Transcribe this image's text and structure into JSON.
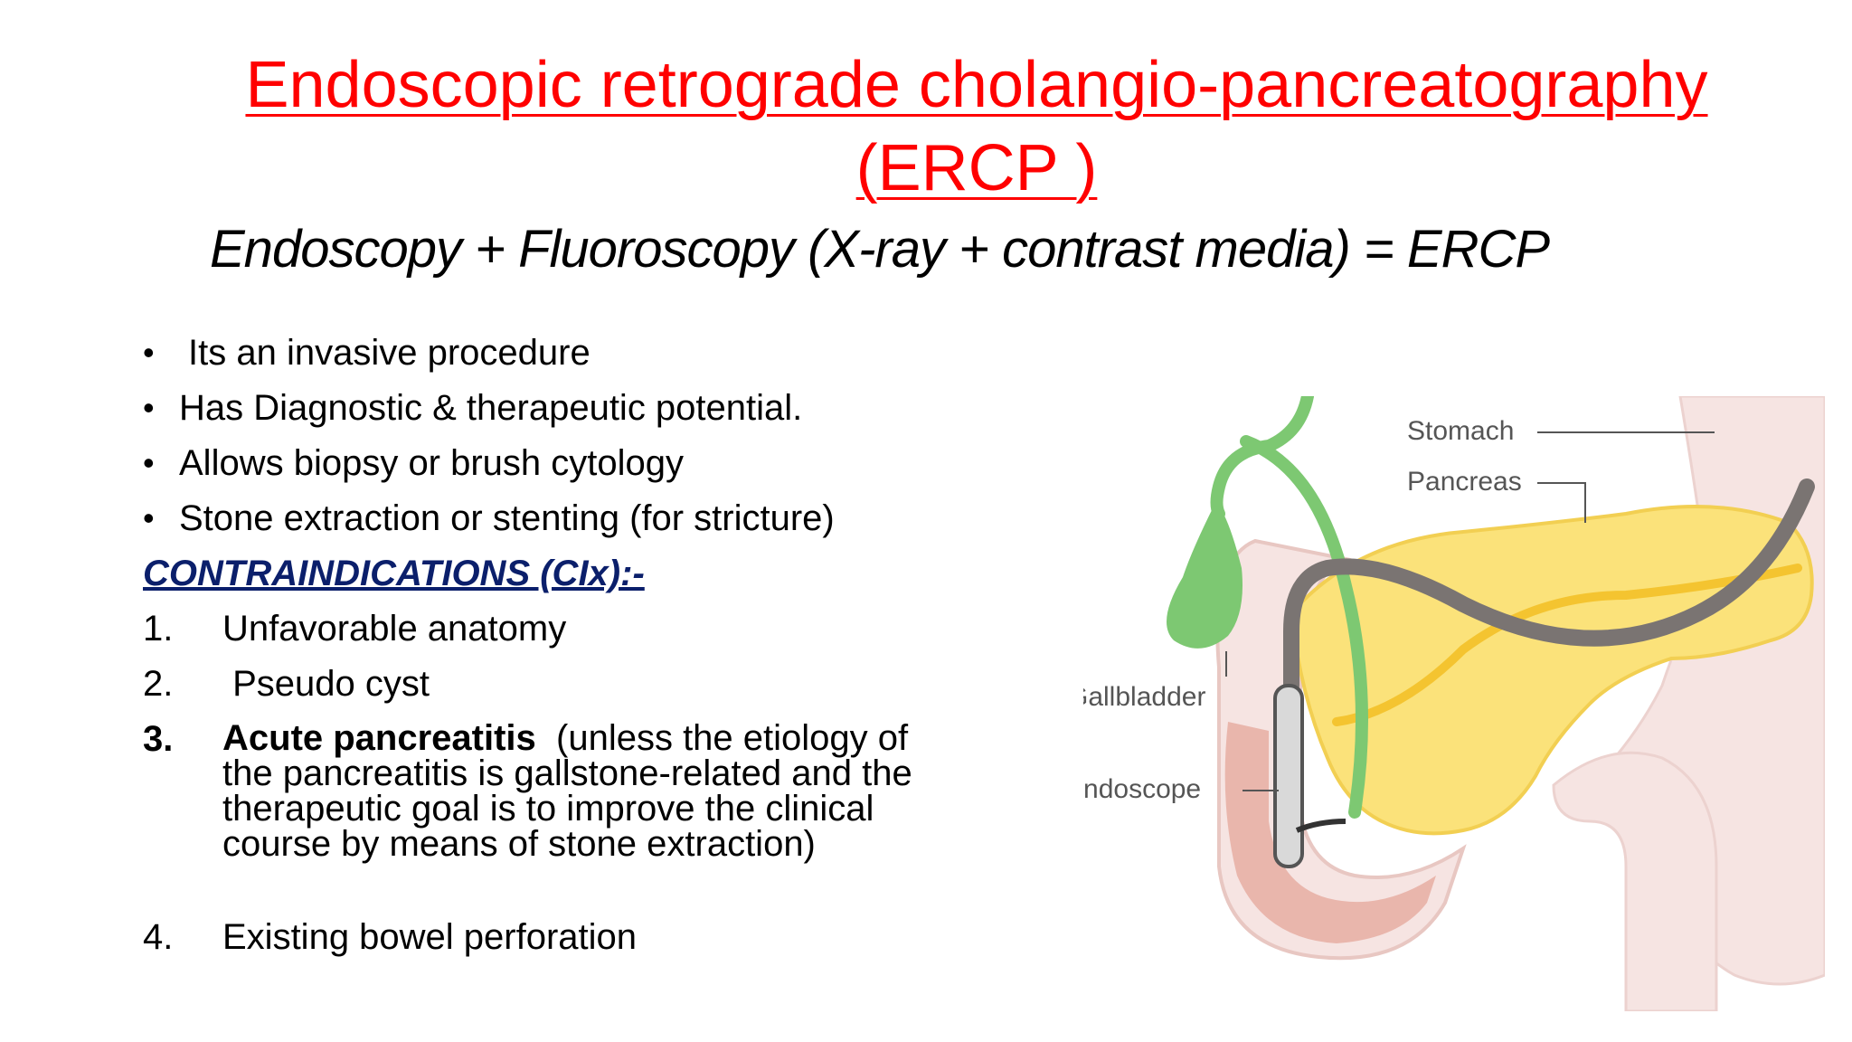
{
  "slide": {
    "title_line1": "Endoscopic retrograde cholangio-pancreatography",
    "title_line2": "(ERCP )",
    "formula": "Endoscopy +  Fluoroscopy (X-ray + contrast media)  = ERCP",
    "bullets": [
      "Its an invasive procedure",
      "Has Diagnostic & therapeutic potential.",
      "Allows biopsy or brush cytology",
      "Stone extraction or stenting (for stricture)"
    ],
    "contraindications_heading": "CONTRAINDICATIONS (CIx):-",
    "contraindications": [
      {
        "num": "1.",
        "text": "Unfavorable anatomy"
      },
      {
        "num": "2.",
        "text": " Pseudo cyst"
      },
      {
        "num": "3.",
        "bold": "Acute pancreatitis",
        "text": "  (unless the etiology of the pancreatitis is gallstone-related and the therapeutic goal is to improve the clinical course by means of stone extraction)"
      },
      {
        "num": "4.",
        "text": "Existing bowel perforation"
      }
    ]
  },
  "diagram": {
    "labels": {
      "stomach": "Stomach",
      "pancreas": "Pancreas",
      "gallbladder": "Gallbladder",
      "endoscope": "Endoscope"
    },
    "colors": {
      "stomach": "#f6e4e2",
      "pancreas": "#fbe27a",
      "gallbladder": "#7dc872",
      "duodenum_wall": "#e8b0a6",
      "endoscope": "#7a7472"
    }
  }
}
